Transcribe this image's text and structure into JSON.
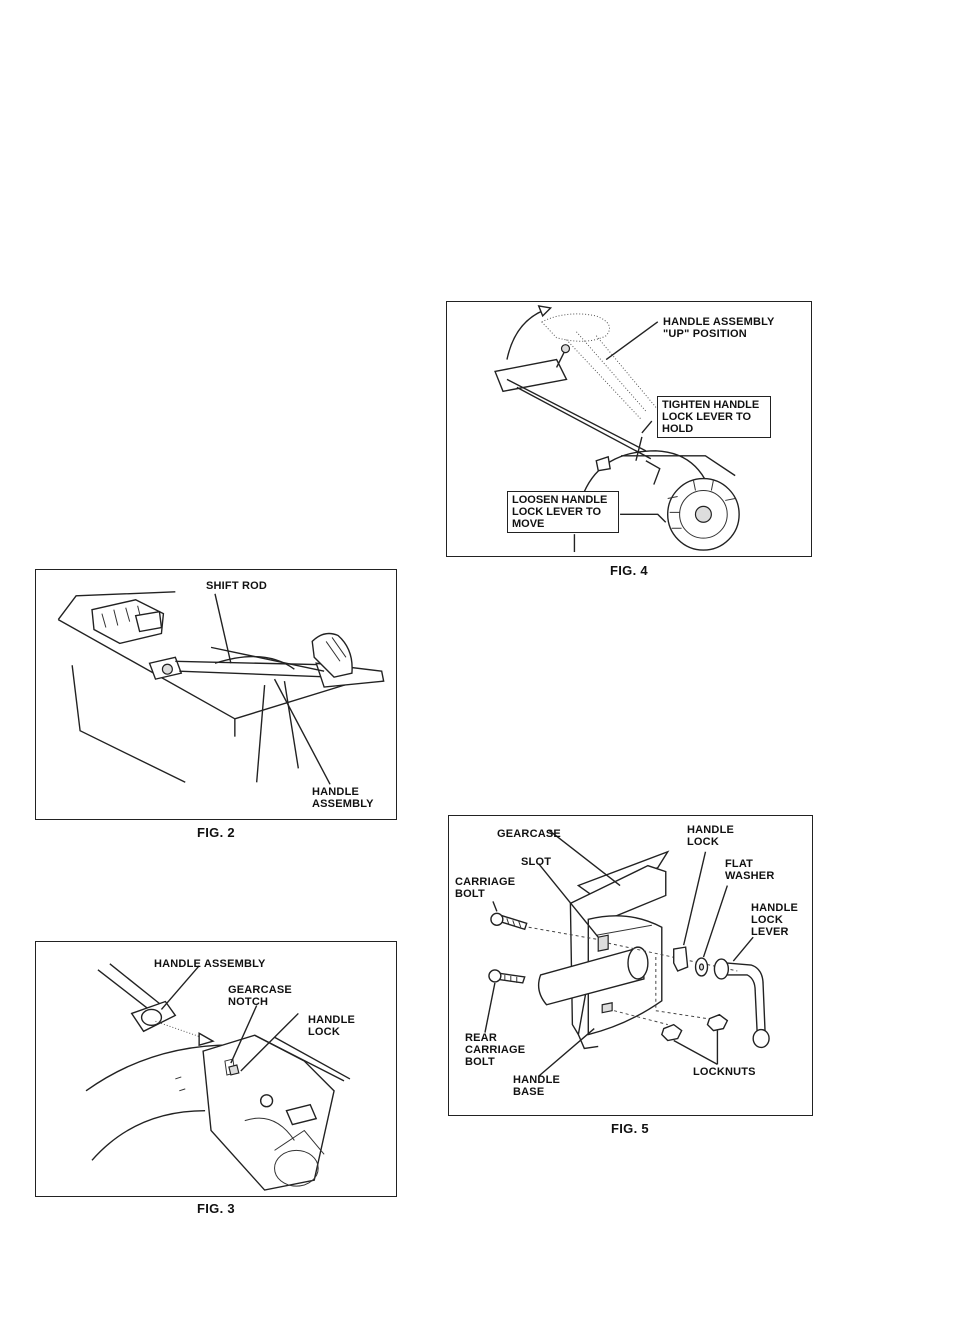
{
  "figures": {
    "fig4": {
      "caption": "FIG. 4",
      "labels": {
        "up_position": "HANDLE ASSEMBLY\n\"UP\" POSITION",
        "tighten": "TIGHTEN HANDLE\nLOCK LEVER TO\nHOLD",
        "loosen": "LOOSEN HANDLE\nLOCK LEVER TO\nMOVE"
      }
    },
    "fig2": {
      "caption": "FIG. 2",
      "labels": {
        "shift_rod": "SHIFT ROD",
        "handle_assembly": "HANDLE\nASSEMBLY"
      }
    },
    "fig3": {
      "caption": "FIG. 3",
      "labels": {
        "handle_assembly": "HANDLE ASSEMBLY",
        "gearcase_notch": "GEARCASE\nNOTCH",
        "handle_lock": "HANDLE\nLOCK"
      }
    },
    "fig5": {
      "caption": "FIG. 5",
      "labels": {
        "gearcase": "GEARCASE",
        "handle_lock": "HANDLE\nLOCK",
        "slot": "SLOT",
        "flat_washer": "FLAT\nWASHER",
        "carriage_bolt": "CARRIAGE\nBOLT",
        "handle_lock_lever": "HANDLE\nLOCK\nLEVER",
        "rear_carriage_bolt": "REAR\nCARRIAGE\nBOLT",
        "handle_base": "HANDLE\nBASE",
        "locknuts": "LOCKNUTS"
      }
    }
  }
}
